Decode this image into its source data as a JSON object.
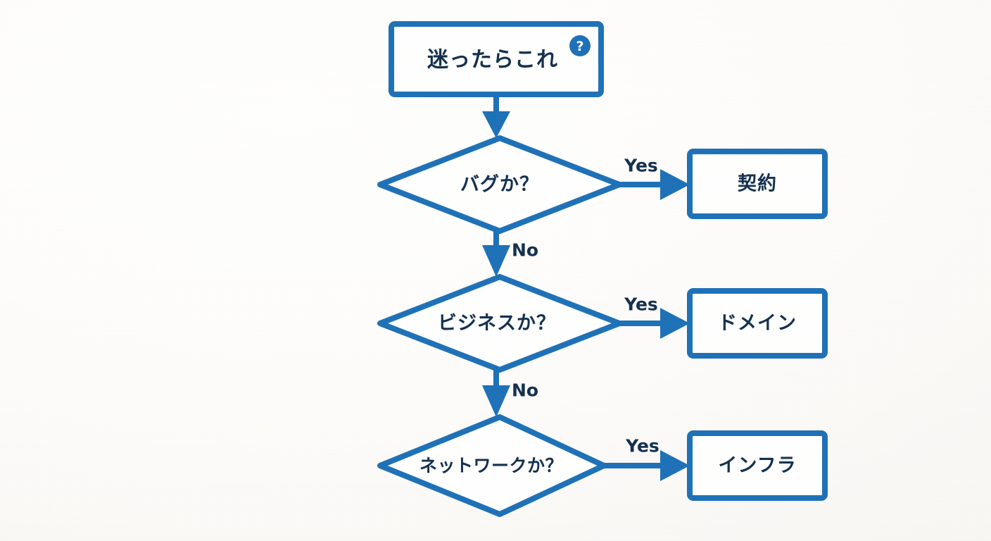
{
  "diagram": {
    "type": "flowchart",
    "title_node": {
      "label": "迷ったらこれ",
      "badge": {
        "icon": "question-mark-badge",
        "glyph": "?"
      }
    },
    "decisions": [
      {
        "id": "bug",
        "label": "バグか？",
        "yes_label": "Yes",
        "no_label": "No"
      },
      {
        "id": "business",
        "label": "ビジネスか？",
        "yes_label": "Yes",
        "no_label": "No"
      },
      {
        "id": "network",
        "label": "ネットワークか？",
        "yes_label": "Yes",
        "no_label": ""
      }
    ],
    "outcomes": [
      {
        "id": "contract",
        "label": "契約"
      },
      {
        "id": "domain",
        "label": "ドメイン"
      },
      {
        "id": "infra",
        "label": "インフラ"
      }
    ],
    "colors": {
      "accent": "#1f72b8",
      "text": "#14314f",
      "node_fill": "#ffffff",
      "background": "#fbfaf8"
    }
  }
}
